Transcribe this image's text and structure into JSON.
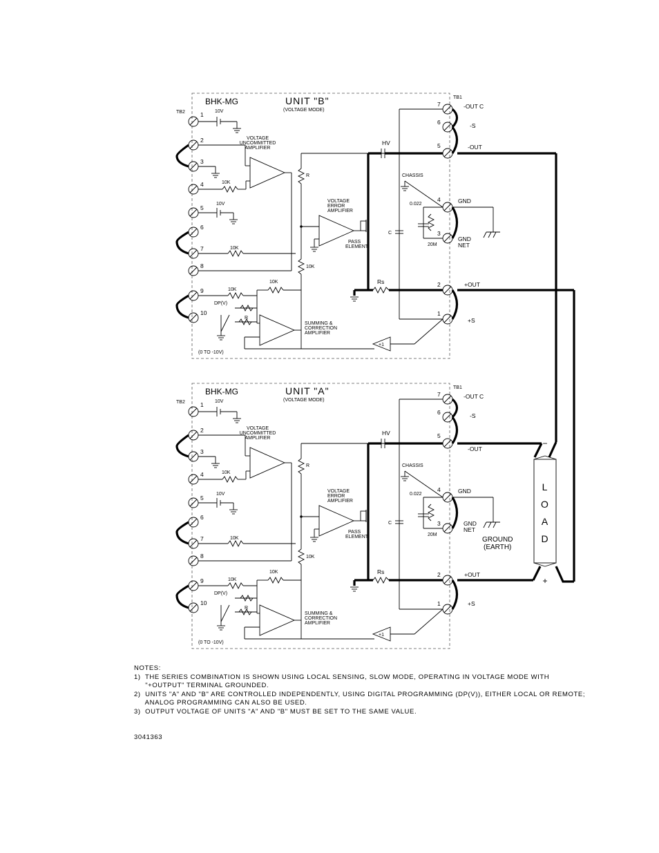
{
  "units": [
    {
      "key": "b",
      "model": "BHK-MG",
      "name": "UNIT \"B\"",
      "mode": "(VOLTAGE MODE)",
      "tb2": "TB2",
      "tb1": "TB1",
      "tb2_numbers": [
        "1",
        "2",
        "3",
        "4",
        "5",
        "6",
        "7",
        "8",
        "9",
        "10"
      ],
      "tb1_numbers": [
        "7",
        "6",
        "5",
        "4",
        "3",
        "2",
        "1"
      ],
      "tb1_labels": [
        "-OUT C",
        "-S",
        "-OUT",
        "GND",
        "GND",
        "NET",
        "+OUT",
        "+S"
      ],
      "ref_1": "10V",
      "ref_2": "10V",
      "vua": [
        "VOLTAGE",
        "UNCOMMITTED",
        "AMPLIFIER"
      ],
      "vea": [
        "VOLTAGE",
        "ERROR",
        "AMPLIFIER"
      ],
      "sca": [
        "SUMMING &",
        "CORRECTION",
        "AMPLIFIER"
      ],
      "pass": [
        "PASS",
        "ELEMENT"
      ],
      "r_labels": [
        "10K",
        "10K",
        "10K",
        "10K",
        "10K",
        "R",
        "R",
        "DP(V)"
      ],
      "hv": "HV",
      "chassis": "CHASSIS",
      "cap": "0.022",
      "res": "20M",
      "c": "C",
      "rs": "Rs",
      "buffer": "+1",
      "range": "(0 TO -10V)"
    },
    {
      "key": "a",
      "model": "BHK-MG",
      "name": "UNIT \"A\"",
      "mode": "(VOLTAGE MODE)",
      "tb2": "TB2",
      "tb1": "TB1",
      "tb2_numbers": [
        "1",
        "2",
        "3",
        "4",
        "5",
        "6",
        "7",
        "8",
        "9",
        "10"
      ],
      "tb1_numbers": [
        "7",
        "6",
        "5",
        "4",
        "3",
        "2",
        "1"
      ],
      "tb1_labels": [
        "-OUT C",
        "-S",
        "-OUT",
        "GND",
        "GND",
        "NET",
        "+OUT",
        "+S"
      ],
      "ref_1": "10V",
      "ref_2": "10V",
      "vua": [
        "VOLTAGE",
        "UNCOMMITTED",
        "AMPLIFIER"
      ],
      "vea": [
        "VOLTAGE",
        "ERROR",
        "AMPLIFIER"
      ],
      "sca": [
        "SUMMING &",
        "CORRECTION",
        "AMPLIFIER"
      ],
      "pass": [
        "PASS",
        "ELEMENT"
      ],
      "r_labels": [
        "10K",
        "10K",
        "10K",
        "10K",
        "10K",
        "R",
        "R",
        "DP(V)"
      ],
      "hv": "HV",
      "chassis": "CHASSIS",
      "cap": "0.022",
      "res": "20M",
      "c": "C",
      "rs": "Rs",
      "buffer": "+1",
      "range": "(0 TO -10V)"
    }
  ],
  "load": {
    "label": [
      "L",
      "O",
      "A",
      "D"
    ],
    "minus": "−",
    "plus": "+"
  },
  "ground": [
    "GROUND",
    "(EARTH)"
  ],
  "notes": {
    "heading": "NOTES:",
    "lines": [
      "1)  THE SERIES COMBINATION IS SHOWN USING LOCAL SENSING, SLOW MODE, OPERATING IN VOLTAGE MODE WITH",
      "     \"+OUTPUT\" TERMINAL GROUNDED.",
      "2)  UNITS \"A\" AND \"B\" ARE CONTROLLED INDEPENDENTLY, USING DIGITAL PROGRAMMING (DP(V)), EITHER LOCAL OR REMOTE;",
      "     ANALOG PROGRAMMING CAN ALSO BE USED.",
      "3)  OUTPUT VOLTAGE OF UNITS \"A\" AND \"B\" MUST BE SET TO THE SAME VALUE."
    ]
  },
  "doc_id": "3041363"
}
